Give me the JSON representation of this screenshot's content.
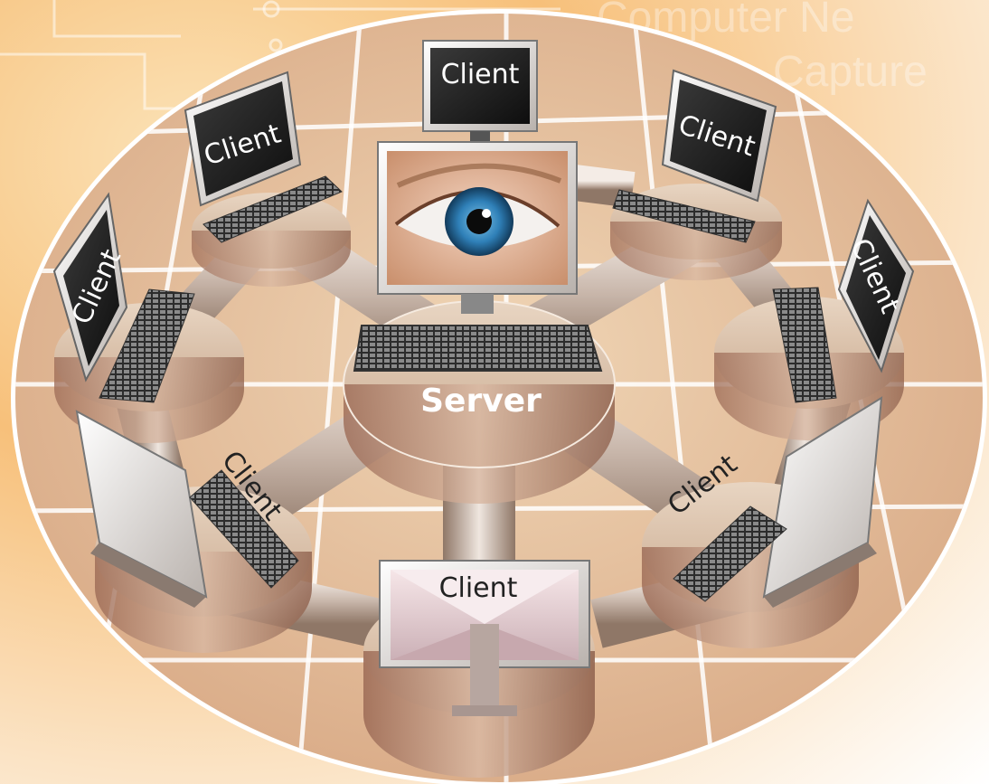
{
  "background_text": {
    "line1": "Computer Ne",
    "line2": "Capture"
  },
  "server": {
    "label": "Server"
  },
  "clients": [
    {
      "label": "Client"
    },
    {
      "label": "Client"
    },
    {
      "label": "Client"
    },
    {
      "label": "Client"
    },
    {
      "label": "Client"
    },
    {
      "label": "Client"
    },
    {
      "label": "Client"
    },
    {
      "label": "Client"
    }
  ],
  "colors": {
    "floor": "#e9c9a4",
    "grid_lines": "#ffffff",
    "pipe": "#cfc2b7",
    "desk_top": "#d8c0a8",
    "desk_side": "#b88a72",
    "screen_dark": "#1f1f1f",
    "iris": "#2f80b8"
  },
  "icons": [
    "eye-icon",
    "keyboard-icon",
    "monitor-icon"
  ]
}
